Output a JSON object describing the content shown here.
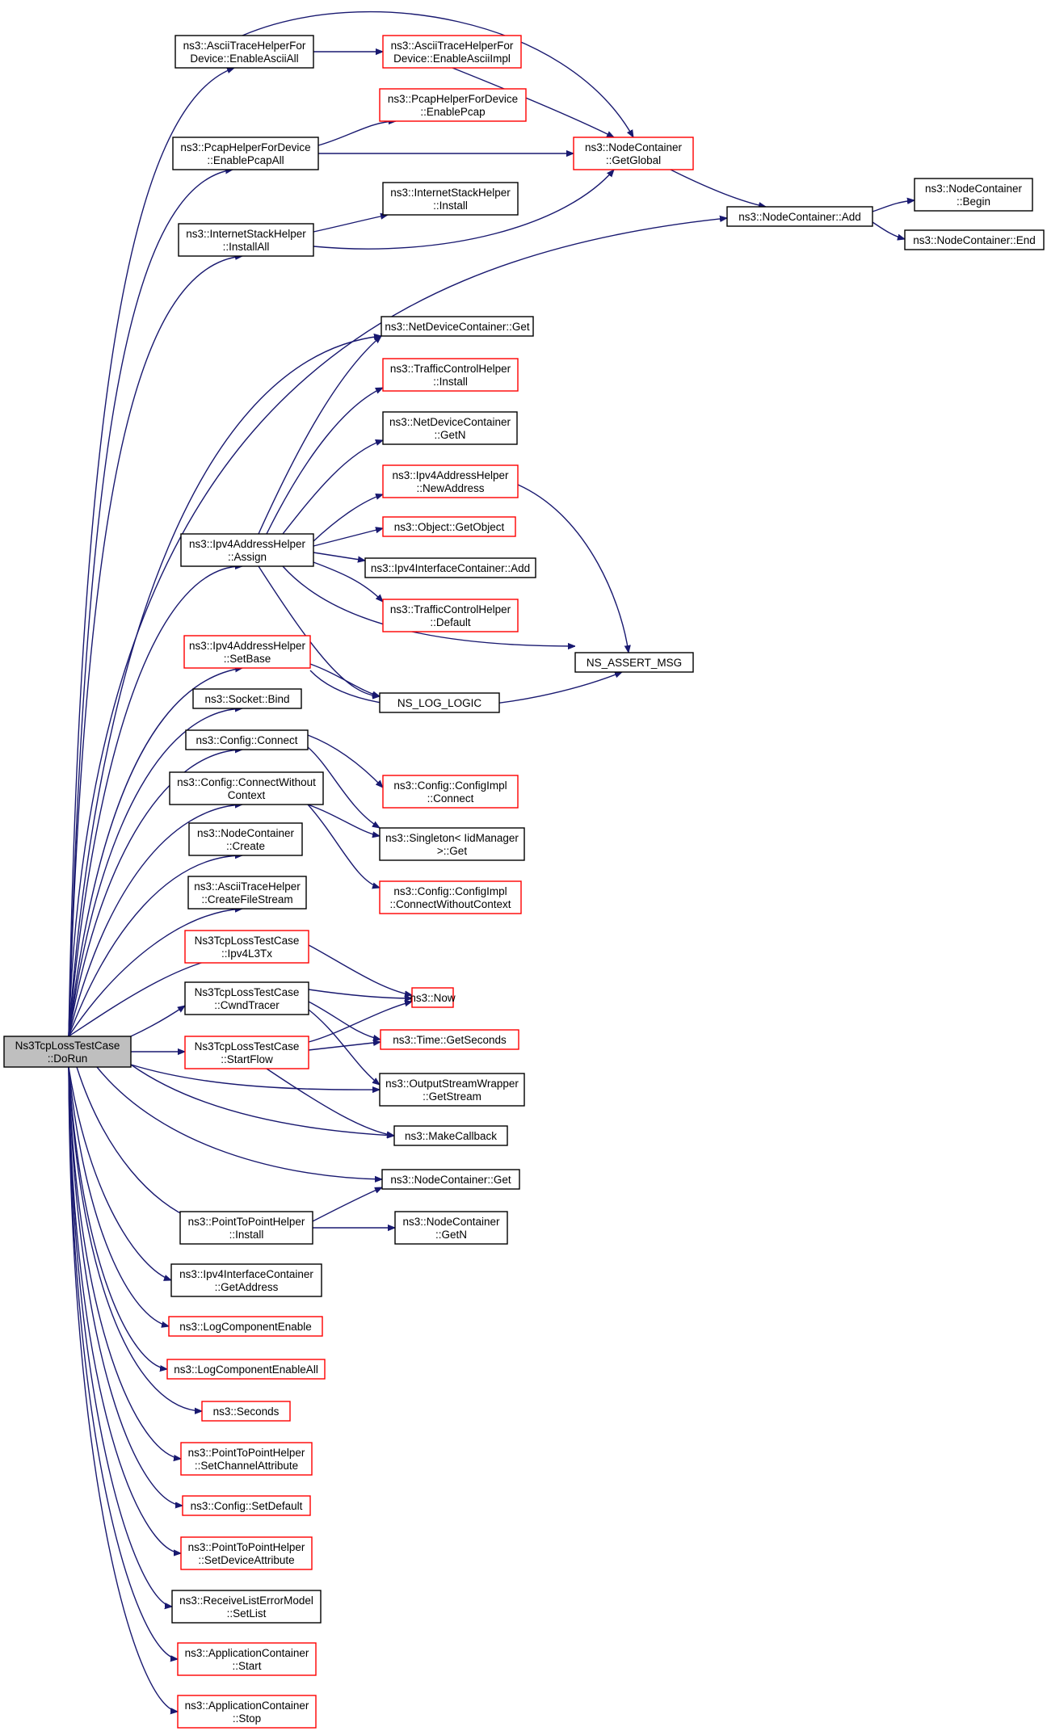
{
  "diagram": {
    "colors": {
      "edge": "#191970",
      "border_normal": "#000000",
      "border_truncated": "#ff0000",
      "root_fill": "#bfbfbf",
      "background": "#ffffff"
    },
    "nodes": [
      {
        "id": "root",
        "lines": [
          "Ns3TcpLossTestCase",
          "::DoRun"
        ],
        "style": "root"
      },
      {
        "id": "n1",
        "lines": [
          "ns3::AsciiTraceHelperFor",
          "Device::EnableAsciiAll"
        ],
        "style": "black"
      },
      {
        "id": "n2",
        "lines": [
          "ns3::AsciiTraceHelperFor",
          "Device::EnableAsciiImpl"
        ],
        "style": "red"
      },
      {
        "id": "n3",
        "lines": [
          "ns3::PcapHelperForDevice",
          "::EnablePcap"
        ],
        "style": "red"
      },
      {
        "id": "n4",
        "lines": [
          "ns3::PcapHelperForDevice",
          "::EnablePcapAll"
        ],
        "style": "black"
      },
      {
        "id": "n5",
        "lines": [
          "ns3::NodeContainer",
          "::GetGlobal"
        ],
        "style": "red"
      },
      {
        "id": "n6",
        "lines": [
          "ns3::InternetStackHelper",
          "::Install"
        ],
        "style": "black"
      },
      {
        "id": "n7",
        "lines": [
          "ns3::InternetStackHelper",
          "::InstallAll"
        ],
        "style": "black"
      },
      {
        "id": "n8",
        "lines": [
          "ns3::NodeContainer::Add"
        ],
        "style": "black"
      },
      {
        "id": "n9",
        "lines": [
          "ns3::NodeContainer",
          "::Begin"
        ],
        "style": "black"
      },
      {
        "id": "n10",
        "lines": [
          "ns3::NodeContainer::End"
        ],
        "style": "black"
      },
      {
        "id": "n11",
        "lines": [
          "ns3::NetDeviceContainer::Get"
        ],
        "style": "black"
      },
      {
        "id": "n12",
        "lines": [
          "ns3::TrafficControlHelper",
          "::Install"
        ],
        "style": "red"
      },
      {
        "id": "n13",
        "lines": [
          "ns3::NetDeviceContainer",
          "::GetN"
        ],
        "style": "black"
      },
      {
        "id": "n14",
        "lines": [
          "ns3::Ipv4AddressHelper",
          "::NewAddress"
        ],
        "style": "red"
      },
      {
        "id": "n15",
        "lines": [
          "ns3::Object::GetObject"
        ],
        "style": "red"
      },
      {
        "id": "n16",
        "lines": [
          "ns3::Ipv4AddressHelper",
          "::Assign"
        ],
        "style": "black"
      },
      {
        "id": "n17",
        "lines": [
          "ns3::Ipv4InterfaceContainer::Add"
        ],
        "style": "black"
      },
      {
        "id": "n18",
        "lines": [
          "ns3::TrafficControlHelper",
          "::Default"
        ],
        "style": "red"
      },
      {
        "id": "n19",
        "lines": [
          "NS_ASSERT_MSG"
        ],
        "style": "black"
      },
      {
        "id": "n20",
        "lines": [
          "ns3::Ipv4AddressHelper",
          "::SetBase"
        ],
        "style": "red"
      },
      {
        "id": "n21",
        "lines": [
          "NS_LOG_LOGIC"
        ],
        "style": "black"
      },
      {
        "id": "n22",
        "lines": [
          "ns3::Socket::Bind"
        ],
        "style": "black"
      },
      {
        "id": "n23",
        "lines": [
          "ns3::Config::Connect"
        ],
        "style": "black"
      },
      {
        "id": "n24",
        "lines": [
          "ns3::Config::ConfigImpl",
          "::Connect"
        ],
        "style": "red"
      },
      {
        "id": "n25",
        "lines": [
          "ns3::Config::ConnectWithout",
          "Context"
        ],
        "style": "black"
      },
      {
        "id": "n26",
        "lines": [
          "ns3::Singleton< IidManager",
          " >::Get"
        ],
        "style": "black"
      },
      {
        "id": "n27",
        "lines": [
          "ns3::NodeContainer",
          "::Create"
        ],
        "style": "black"
      },
      {
        "id": "n28",
        "lines": [
          "ns3::Config::ConfigImpl",
          "::ConnectWithoutContext"
        ],
        "style": "red"
      },
      {
        "id": "n29",
        "lines": [
          "ns3::AsciiTraceHelper",
          "::CreateFileStream"
        ],
        "style": "black"
      },
      {
        "id": "n30",
        "lines": [
          "Ns3TcpLossTestCase",
          "::Ipv4L3Tx"
        ],
        "style": "red"
      },
      {
        "id": "n31",
        "lines": [
          "Ns3TcpLossTestCase",
          "::CwndTracer"
        ],
        "style": "black"
      },
      {
        "id": "n32",
        "lines": [
          "ns3::Now"
        ],
        "style": "red"
      },
      {
        "id": "n33",
        "lines": [
          "Ns3TcpLossTestCase",
          "::StartFlow"
        ],
        "style": "red"
      },
      {
        "id": "n34",
        "lines": [
          "ns3::Time::GetSeconds"
        ],
        "style": "red"
      },
      {
        "id": "n35",
        "lines": [
          "ns3::OutputStreamWrapper",
          "::GetStream"
        ],
        "style": "black"
      },
      {
        "id": "n36",
        "lines": [
          "ns3::MakeCallback"
        ],
        "style": "black"
      },
      {
        "id": "n37",
        "lines": [
          "ns3::NodeContainer::Get"
        ],
        "style": "black"
      },
      {
        "id": "n38",
        "lines": [
          "ns3::PointToPointHelper",
          "::Install"
        ],
        "style": "black"
      },
      {
        "id": "n39",
        "lines": [
          "ns3::NodeContainer",
          "::GetN"
        ],
        "style": "black"
      },
      {
        "id": "n40",
        "lines": [
          "ns3::Ipv4InterfaceContainer",
          "::GetAddress"
        ],
        "style": "black"
      },
      {
        "id": "n41",
        "lines": [
          "ns3::LogComponentEnable"
        ],
        "style": "red"
      },
      {
        "id": "n42",
        "lines": [
          "ns3::LogComponentEnableAll"
        ],
        "style": "red"
      },
      {
        "id": "n43",
        "lines": [
          "ns3::Seconds"
        ],
        "style": "red"
      },
      {
        "id": "n44",
        "lines": [
          "ns3::PointToPointHelper",
          "::SetChannelAttribute"
        ],
        "style": "red"
      },
      {
        "id": "n45",
        "lines": [
          "ns3::Config::SetDefault"
        ],
        "style": "red"
      },
      {
        "id": "n46",
        "lines": [
          "ns3::PointToPointHelper",
          "::SetDeviceAttribute"
        ],
        "style": "red"
      },
      {
        "id": "n47",
        "lines": [
          "ns3::ReceiveListErrorModel",
          "::SetList"
        ],
        "style": "black"
      },
      {
        "id": "n48",
        "lines": [
          "ns3::ApplicationContainer",
          "::Start"
        ],
        "style": "red"
      },
      {
        "id": "n49",
        "lines": [
          "ns3::ApplicationContainer",
          "::Stop"
        ],
        "style": "red"
      }
    ]
  }
}
